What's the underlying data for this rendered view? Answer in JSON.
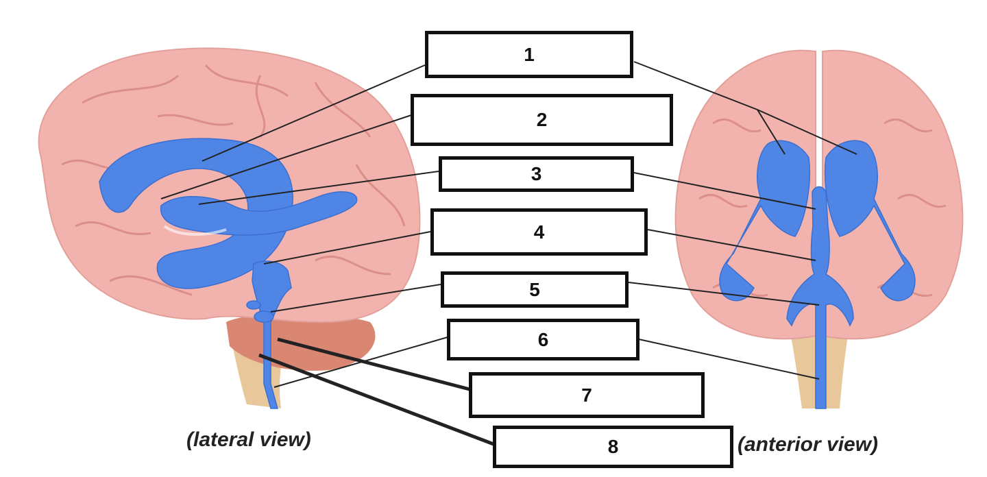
{
  "labels": [
    {
      "id": "1",
      "text": "1"
    },
    {
      "id": "2",
      "text": "2"
    },
    {
      "id": "3",
      "text": "3"
    },
    {
      "id": "4",
      "text": "4"
    },
    {
      "id": "5",
      "text": "5"
    },
    {
      "id": "6",
      "text": "6"
    },
    {
      "id": "7",
      "text": "7"
    },
    {
      "id": "8",
      "text": "8"
    }
  ],
  "captions": {
    "lateral": "(lateral view)",
    "anterior": "(anterior view)"
  },
  "colors": {
    "brain": "#f2b3ae",
    "brain_outline": "#e3a09a",
    "gyri": "#dc8f8a",
    "ventricles": "#4f86e6",
    "ventricles_dark": "#3a6fd0",
    "brainstem": "#e8c79a",
    "cerebellum": "#d98673",
    "leader_line": "#222222"
  }
}
